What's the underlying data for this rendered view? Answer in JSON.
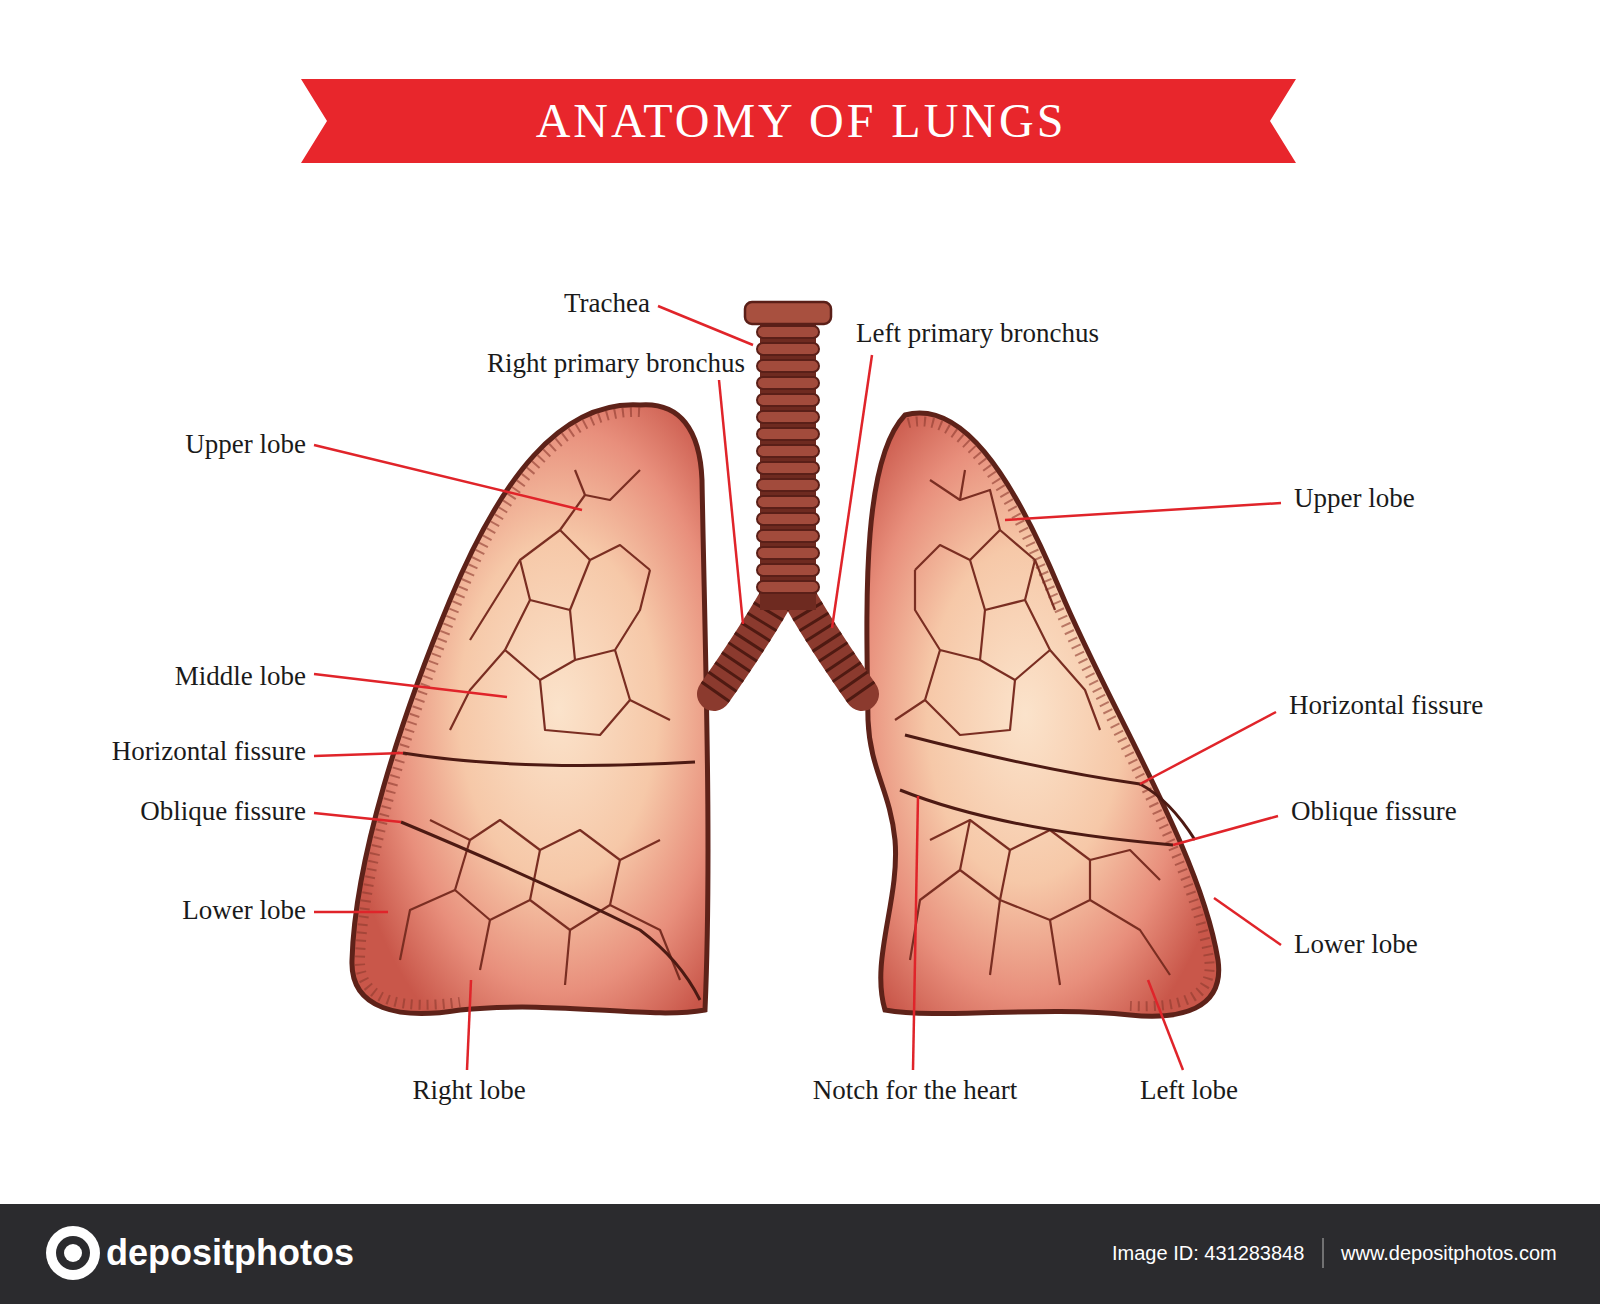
{
  "diagram": {
    "title": "ANATOMY OF LUNGS",
    "labels": [
      "Trachea",
      "Right primary bronchus",
      "Left primary bronchus",
      "Upper lobe",
      "Middle lobe",
      "Horizontal fissure",
      "Oblique fissure",
      "Lower lobe",
      "Right lobe",
      "Upper lobe",
      "Horizontal fissure",
      "Oblique fissure",
      "Lower lobe",
      "Notch for the heart",
      "Left lobe",
      "depositphotos",
      "Image ID: 431283848",
      "www.depositphotos.com"
    ]
  }
}
